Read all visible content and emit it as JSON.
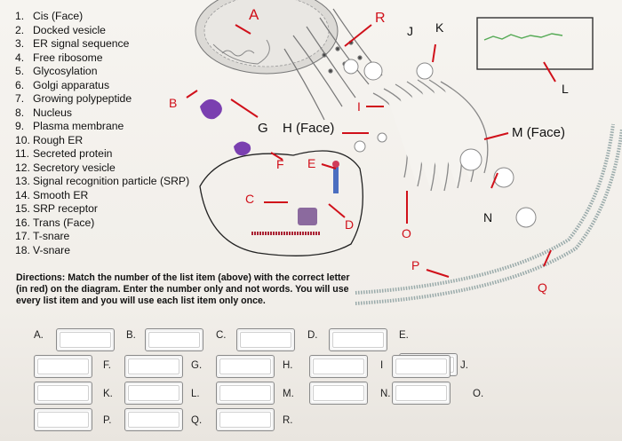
{
  "list_items": [
    {
      "num": "1.",
      "text": "Cis (Face)"
    },
    {
      "num": "2.",
      "text": "Docked vesicle"
    },
    {
      "num": "3.",
      "text": "ER signal sequence"
    },
    {
      "num": "4.",
      "text": "Free ribosome"
    },
    {
      "num": "5.",
      "text": "Glycosylation"
    },
    {
      "num": "6.",
      "text": "Golgi apparatus"
    },
    {
      "num": "7.",
      "text": "Growing polypeptide"
    },
    {
      "num": "8.",
      "text": "Nucleus"
    },
    {
      "num": "9.",
      "text": "Plasma membrane"
    },
    {
      "num": "10.",
      "text": "Rough ER"
    },
    {
      "num": "11.",
      "text": "Secreted protein"
    },
    {
      "num": "12.",
      "text": "Secretory vesicle"
    },
    {
      "num": "13.",
      "text": "Signal recognition particle (SRP)"
    },
    {
      "num": "14.",
      "text": "Smooth ER"
    },
    {
      "num": "15.",
      "text": "SRP receptor"
    },
    {
      "num": "16.",
      "text": "Trans (Face)"
    },
    {
      "num": "17.",
      "text": "T-snare"
    },
    {
      "num": "18.",
      "text": "V-snare"
    }
  ],
  "directions": {
    "label": "Directions:",
    "text": " Match the number of the list item (above) with the correct letter (in red) on the diagram.  Enter the number only and not words. You will use every list item and you will use each list item only once."
  },
  "diagram_labels": {
    "A": "A",
    "B": "B",
    "C": "C",
    "D": "D",
    "E": "E",
    "F": "F",
    "G": "G",
    "H": "H (Face)",
    "I": "I",
    "J": "J",
    "K": "K",
    "L": "L",
    "M": "M (Face)",
    "N": "N",
    "O": "O",
    "P": "P",
    "Q": "Q",
    "R": "R"
  },
  "answers": [
    {
      "letter": "A.",
      "value": ""
    },
    {
      "letter": "B.",
      "value": ""
    },
    {
      "letter": "C.",
      "value": ""
    },
    {
      "letter": "D.",
      "value": ""
    },
    {
      "letter": "E.",
      "value": ""
    },
    {
      "letter": "F.",
      "value": ""
    },
    {
      "letter": "G.",
      "value": ""
    },
    {
      "letter": "H.",
      "value": ""
    },
    {
      "letter": "I",
      "value": ""
    },
    {
      "letter": "J.",
      "value": ""
    },
    {
      "letter": "K.",
      "value": ""
    },
    {
      "letter": "L.",
      "value": ""
    },
    {
      "letter": "M.",
      "value": ""
    },
    {
      "letter": "N.",
      "value": ""
    },
    {
      "letter": "O.",
      "value": ""
    },
    {
      "letter": "P.",
      "value": ""
    },
    {
      "letter": "Q.",
      "value": ""
    },
    {
      "letter": "R.",
      "value": ""
    }
  ],
  "colors": {
    "label_red": "#d0101a",
    "vesicle_purple": "#7a3fb0",
    "golgi_gray": "#9a9a9a"
  }
}
